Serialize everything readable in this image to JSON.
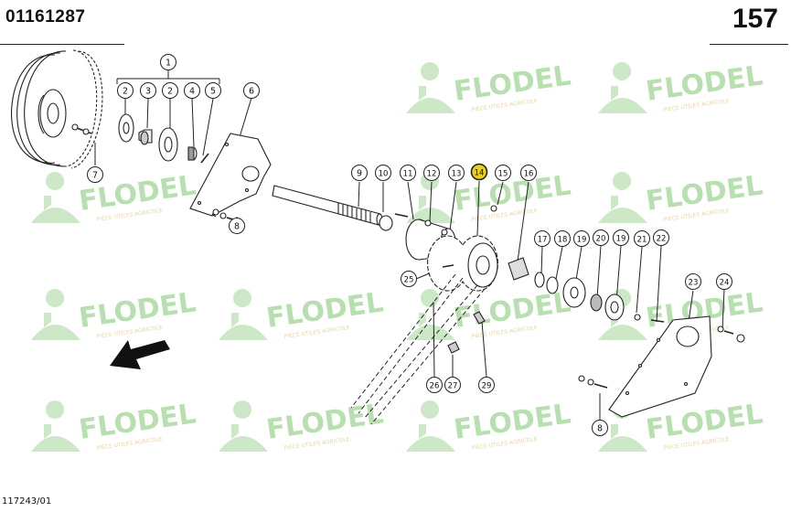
{
  "header": {
    "doc_number": "01161287",
    "page_number": "157",
    "ref_code": "117243/01"
  },
  "watermark": {
    "brand": "FLODEL",
    "tagline": "PIÈCE UTILES AGRICOLE",
    "colors": {
      "brand": "#b8dfb0",
      "tagline": "#e9d6a0",
      "icon": "#cde8c6"
    }
  },
  "colors": {
    "highlight": "#e8cf20",
    "line": "#222222"
  },
  "part_labels": [
    "1",
    "2",
    "3",
    "2",
    "4",
    "5",
    "6",
    "7",
    "8",
    "9",
    "10",
    "11",
    "12",
    "13",
    "14",
    "15",
    "16",
    "17",
    "18",
    "19",
    "20",
    "19",
    "21",
    "22",
    "23",
    "24",
    "8",
    "25",
    "26",
    "27",
    "29"
  ],
  "highlighted_part": "14",
  "direction_arrow": "arrow-left-down-icon"
}
